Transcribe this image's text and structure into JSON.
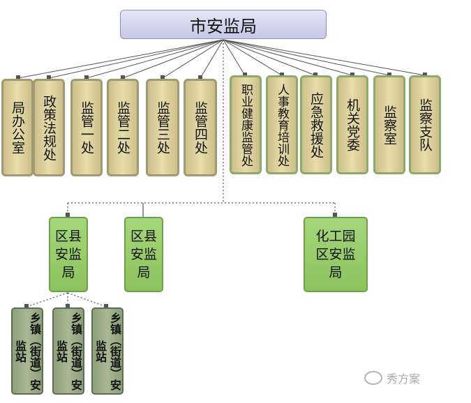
{
  "root": "市安监局",
  "departments_left": [
    "局办公室",
    "政策法规处",
    "监管一处",
    "监管二处",
    "监管三处",
    "监管四处"
  ],
  "departments_right": [
    "职业健康监管处",
    "人事教育培训处",
    "应急救援处",
    "机关党委",
    "监察室",
    "监察支队"
  ],
  "districts": [
    "区县安监局",
    "区县安监局",
    "化工园区安监局"
  ],
  "towns": [
    "乡镇（街道）安监站",
    "乡镇（街道）安监站",
    "乡镇（街道）安监站"
  ],
  "watermark": "秀方案"
}
